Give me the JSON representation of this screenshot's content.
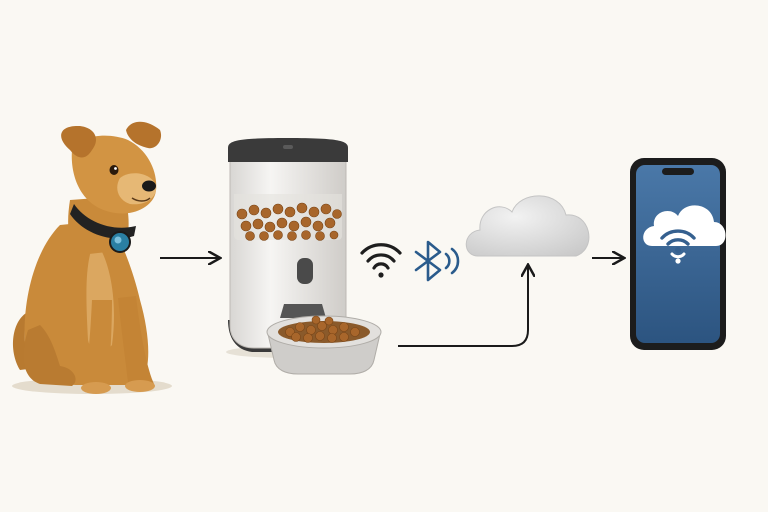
{
  "diagram": {
    "nodes": [
      {
        "id": "dog",
        "kind": "pet",
        "icon": "dog-with-smart-collar",
        "colors": {
          "fur": "#c98a3a",
          "collar": "#222222",
          "tag": "#2a7fa3"
        }
      },
      {
        "id": "feeder",
        "kind": "device",
        "icon": "automatic-pet-feeder",
        "colors": {
          "body": "#eeecea",
          "lid": "#3a3a3a",
          "food": "#a8662b"
        }
      },
      {
        "id": "connectivity",
        "kind": "link",
        "icons": [
          "wifi-icon",
          "bluetooth-icon"
        ],
        "colors": {
          "wifi": "#1e1e1e",
          "bluetooth": "#2a5b8c"
        }
      },
      {
        "id": "cloud",
        "kind": "service",
        "icon": "cloud-icon",
        "colors": {
          "cloud": "#d9d9d9"
        }
      },
      {
        "id": "phone",
        "kind": "client",
        "icon": "smartphone-app",
        "colors": {
          "screen": "#35608f",
          "frame": "#1c1c1c"
        }
      }
    ],
    "edges": [
      {
        "from": "dog",
        "to": "feeder"
      },
      {
        "from": "feeder",
        "to": "cloud"
      },
      {
        "from": "cloud",
        "to": "phone"
      }
    ],
    "arrow_color": "#1a1a1a"
  }
}
